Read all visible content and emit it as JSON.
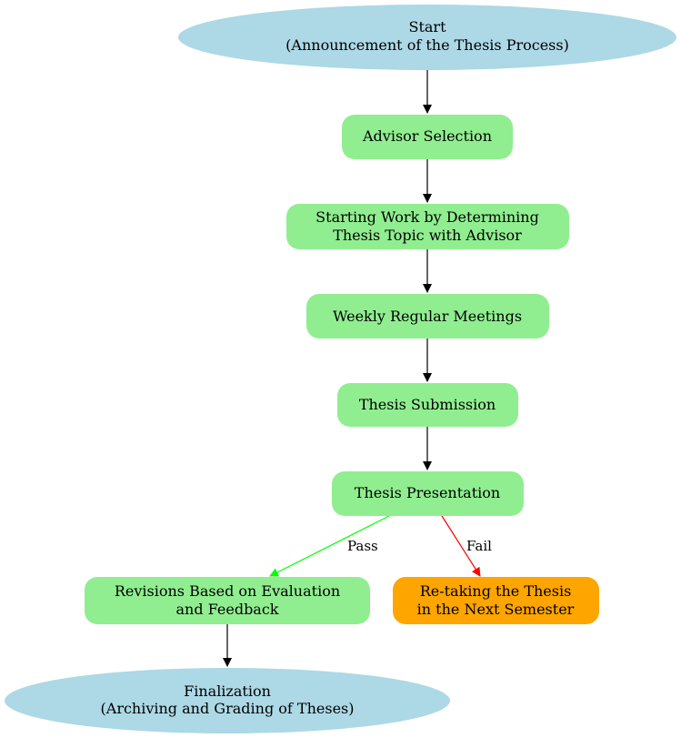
{
  "colors": {
    "ellipse_fill": "#add8e6",
    "step_fill": "#90ee90",
    "fail_fill": "#ffa500",
    "edge_default": "#000000",
    "edge_pass": "#00ff00",
    "edge_fail": "#ff0000"
  },
  "nodes": {
    "start": {
      "line1": "Start",
      "line2": "(Announcement of the Thesis Process)"
    },
    "advisor": {
      "line1": "Advisor Selection"
    },
    "topic": {
      "line1": "Starting Work by Determining",
      "line2": "Thesis Topic with Advisor"
    },
    "meetings": {
      "line1": "Weekly Regular Meetings"
    },
    "submission": {
      "line1": "Thesis Submission"
    },
    "presentation": {
      "line1": "Thesis Presentation"
    },
    "revisions": {
      "line1": "Revisions Based on Evaluation",
      "line2": "and Feedback"
    },
    "retake": {
      "line1": "Re-taking the Thesis",
      "line2": "in the Next Semester"
    },
    "final": {
      "line1": "Finalization",
      "line2": "(Archiving and Grading of Theses)"
    }
  },
  "edges": {
    "pass_label": "Pass",
    "fail_label": "Fail"
  }
}
